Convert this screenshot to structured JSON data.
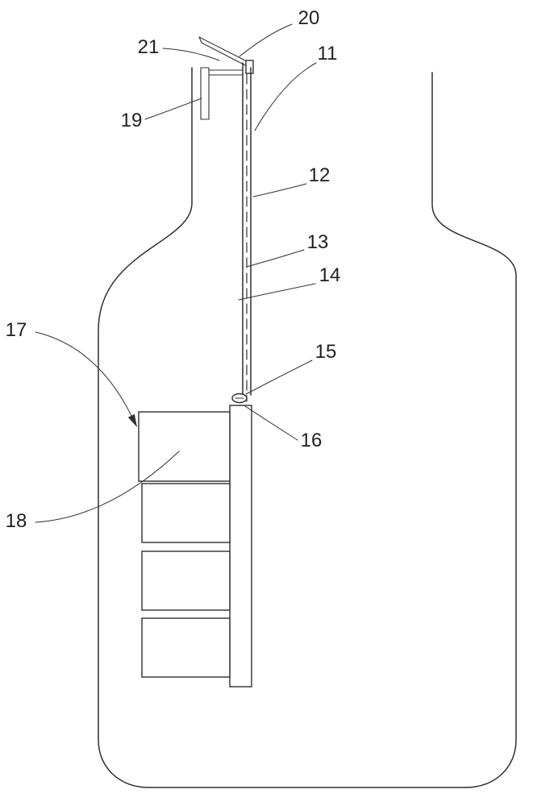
{
  "figure": {
    "description": "Patent-style line drawing of a bottle with an internal tube and stacked block assembly"
  },
  "labels": {
    "n11": "11",
    "n12": "12",
    "n13": "13",
    "n14": "14",
    "n15": "15",
    "n16": "16",
    "n17": "17",
    "n18": "18",
    "n19": "19",
    "n20": "20",
    "n21": "21"
  },
  "colors": {
    "line": "#2f2f2f",
    "label_text": "#1f1f1f",
    "background": "#ffffff"
  }
}
